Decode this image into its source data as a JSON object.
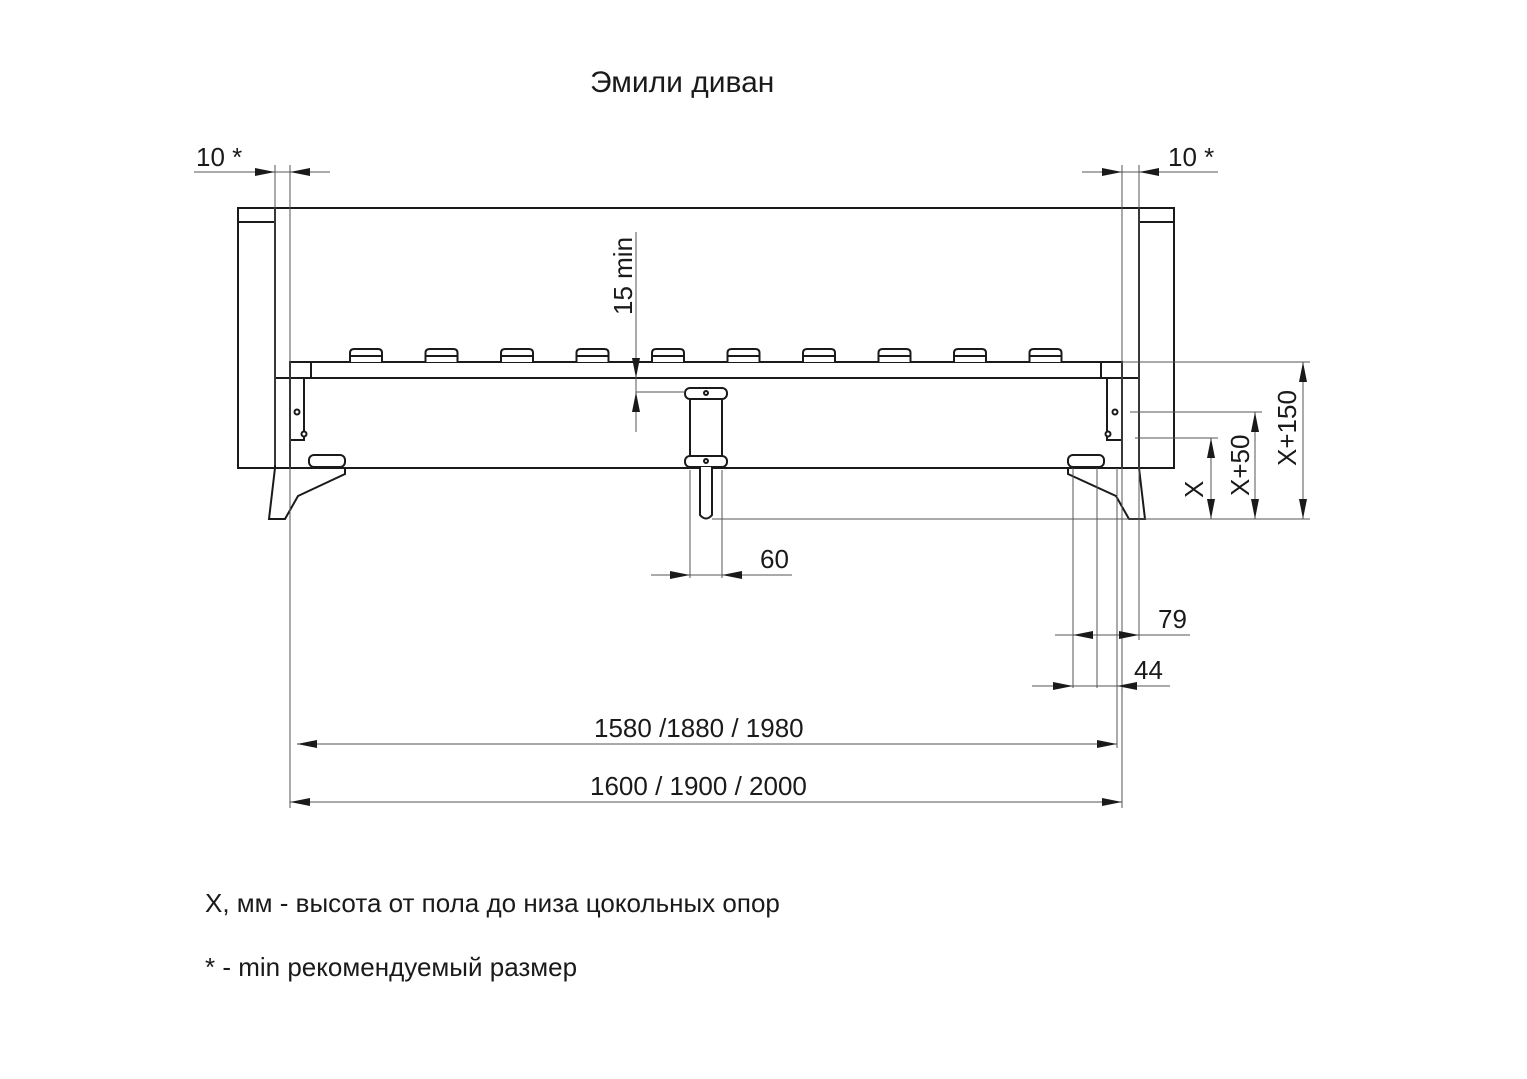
{
  "title": "Эмили диван",
  "dimensions": {
    "gap_left": "10 *",
    "gap_right": "10 *",
    "slat_clearance": "15 min",
    "center_support": "60",
    "leg_offset_a": "79",
    "leg_offset_b": "44",
    "inner_width": "1580 /1880 / 1980",
    "outer_width": "1600 / 1900 / 2000",
    "height_x": "X",
    "height_x50": "X+50",
    "height_x150": "X+150"
  },
  "notes": {
    "x_definition": "X, мм - высота от пола до низа цокольных опор",
    "asterisk": "* - min рекомендуемый размер"
  }
}
